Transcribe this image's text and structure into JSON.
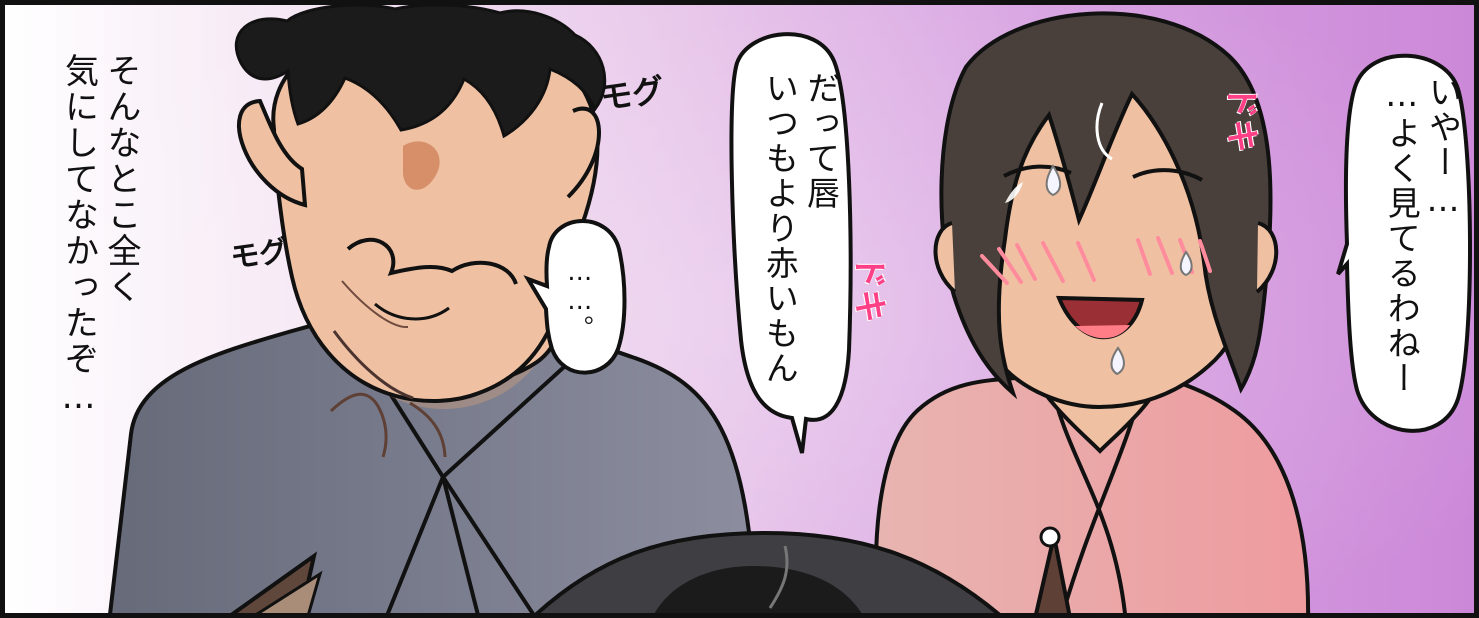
{
  "panel": {
    "narration": "そんなとこ全く\n気にしてなかったぞ…",
    "sfx_mogu_1": "モグ",
    "sfx_mogu_2": "モグ",
    "speech_1": "だって唇\nいつもより赤いもん",
    "speech_2": "……。",
    "speech_3": "いやー…\n…よく見てるわねー",
    "sfx_doki_1": "ドキ",
    "sfx_doki_2": "ドキ"
  },
  "colors": {
    "panel_border": "#111111",
    "background_left": "#ffffff",
    "background_right": "#cc88d8",
    "man_shirt": "#6f7282",
    "woman_shirt": "#e7aaa6",
    "skin": "#efc1a2",
    "hair": "#1b1b1b",
    "woman_hair": "#49403b",
    "blush": "#ff8c9d",
    "sfx_pink": "#ff3f86"
  },
  "icons": {
    "characters": [
      "man-character-icon",
      "woman-character-icon",
      "foreground-head-icon"
    ],
    "bubbles": [
      "speech-bubble-icon"
    ]
  }
}
